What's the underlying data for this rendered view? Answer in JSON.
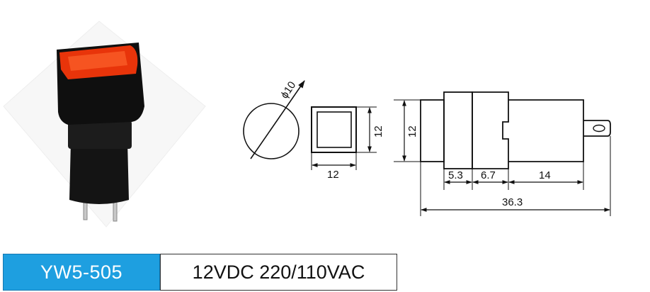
{
  "product": {
    "model": "YW5-505",
    "voltage": "12VDC 220/110VAC",
    "lens_color": "#e8340a"
  },
  "drawing": {
    "front_view": {
      "diameter_label": "ϕ10"
    },
    "square_view": {
      "width_label": "12",
      "height_label": "12"
    },
    "side_view": {
      "height_label": "12",
      "segment_labels": [
        "5.3",
        "6.7",
        "14"
      ],
      "total_length_label": "36.3"
    }
  }
}
